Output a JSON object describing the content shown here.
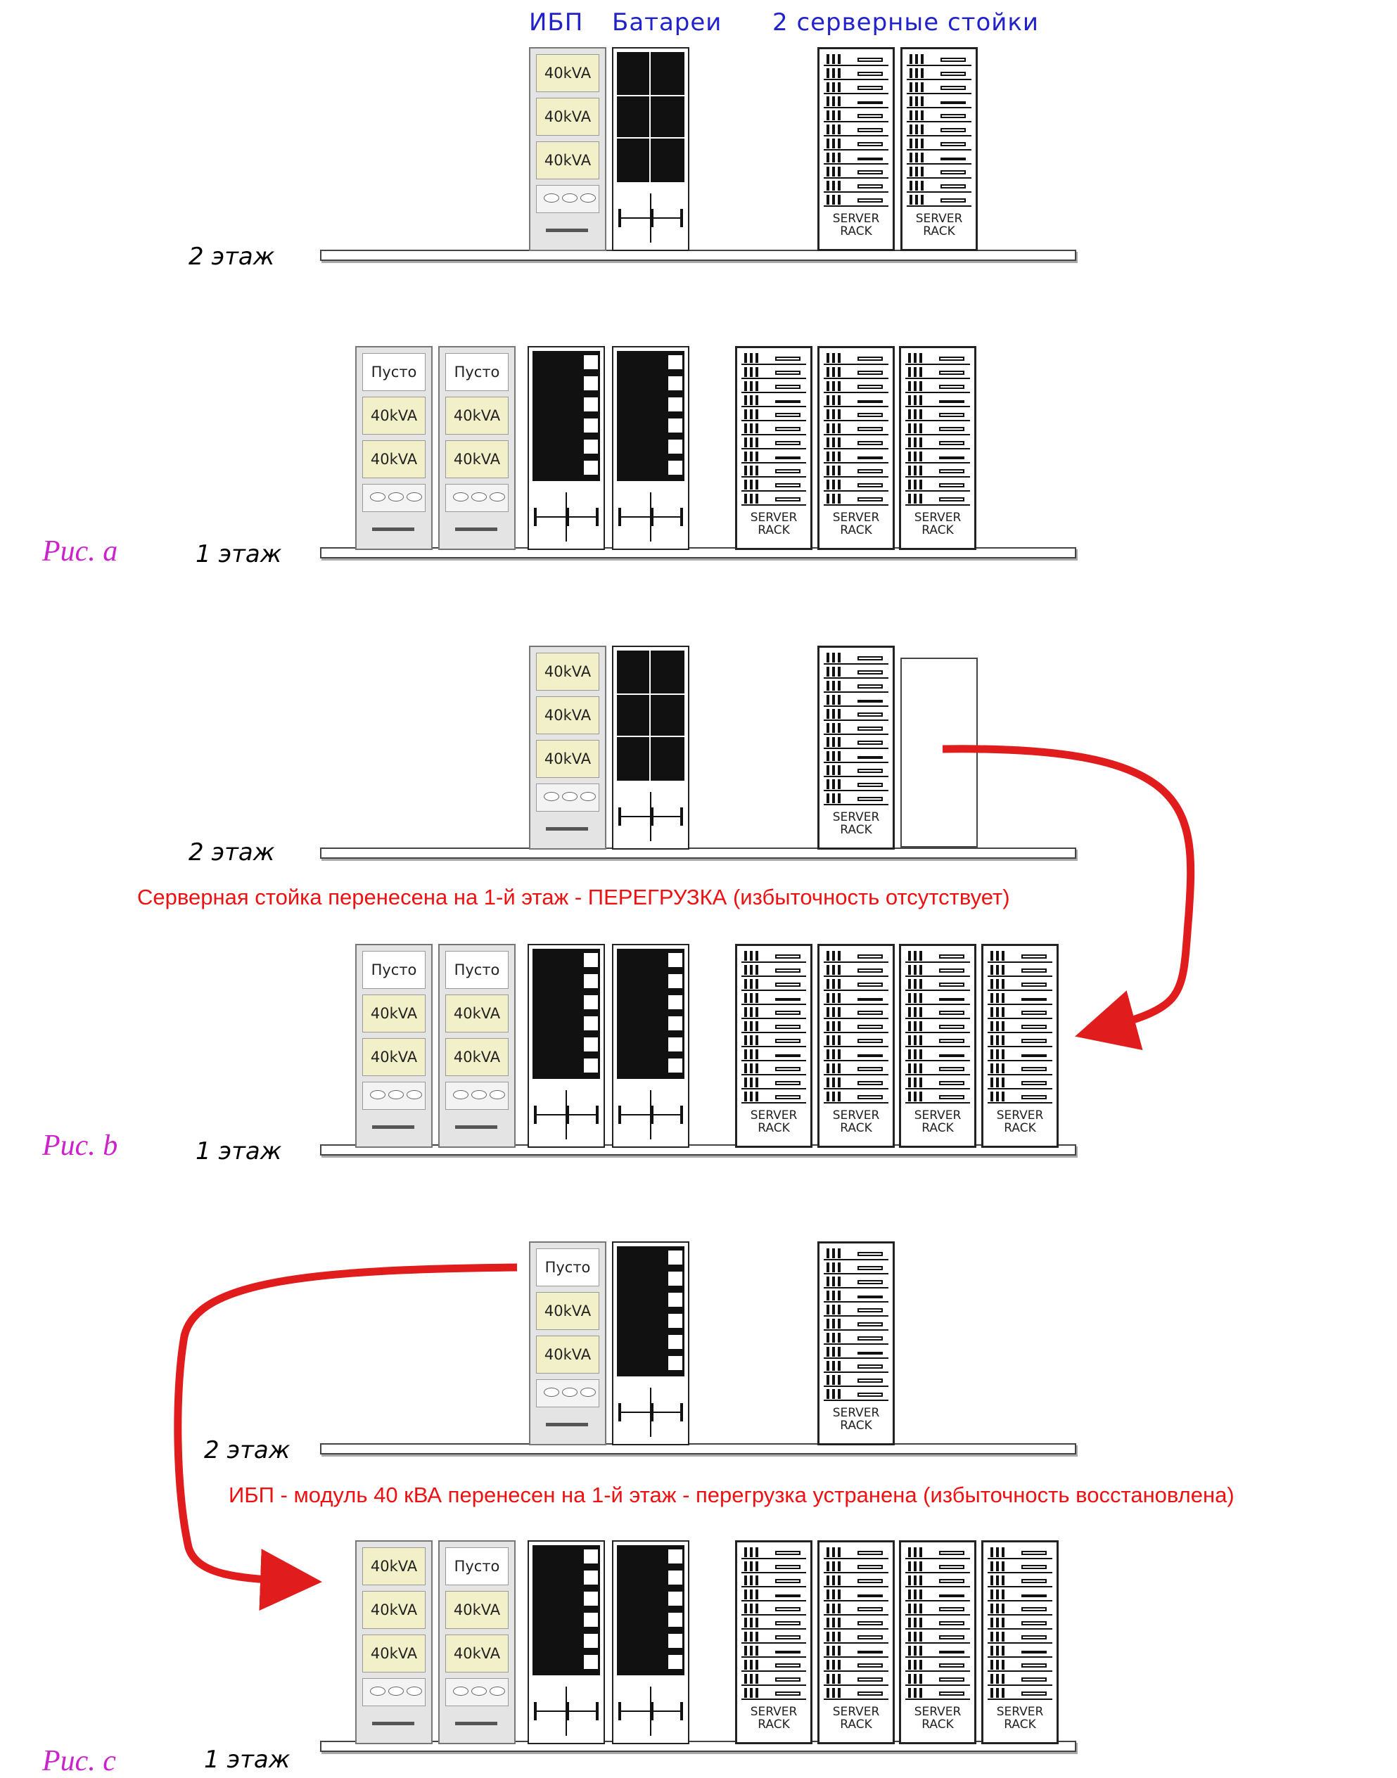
{
  "header": {
    "ups": "ИБП",
    "batteries": "Батареи",
    "racks": "2 серверные стойки"
  },
  "floors": {
    "floor2": "2 этаж",
    "floor1": "1 этаж"
  },
  "figures": {
    "a": "Рис. a",
    "b": "Рис. b",
    "c": "Рис. c"
  },
  "captions": {
    "b": "Серверная стойка перенесена на 1-й этаж - ПЕРЕГРУЗКА (избыточность отсутствует)",
    "c": "ИБП - модуль 40 кВА перенесен на  1-й этаж - перегрузка устранена (избыточность восстановлена)"
  },
  "module_labels": {
    "full": "40kVA",
    "empty": "Пусто"
  },
  "rack_label": [
    "SERVER",
    "RACK"
  ],
  "layout_data": {
    "a": {
      "floor2": {
        "ups": [
          [
            "full",
            "full",
            "full"
          ]
        ],
        "batteries": 1,
        "racks": 2
      },
      "floor1": {
        "ups": [
          [
            "empty",
            "full",
            "full"
          ],
          [
            "empty",
            "full",
            "full"
          ]
        ],
        "batteries": 2,
        "racks": 3
      }
    },
    "b": {
      "floor2": {
        "ups": [
          [
            "full",
            "full",
            "full"
          ]
        ],
        "batteries": 1,
        "racks": 1,
        "empty_slot": true
      },
      "floor1": {
        "ups": [
          [
            "empty",
            "full",
            "full"
          ],
          [
            "empty",
            "full",
            "full"
          ]
        ],
        "batteries": 2,
        "racks": 4
      }
    },
    "c": {
      "floor2": {
        "ups": [
          [
            "empty",
            "full",
            "full"
          ]
        ],
        "batteries": 1,
        "racks": 1
      },
      "floor1": {
        "ups": [
          [
            "full",
            "full",
            "full"
          ],
          [
            "empty",
            "full",
            "full"
          ]
        ],
        "batteries": 2,
        "racks": 4
      }
    }
  },
  "colors": {
    "header": "#2222cc",
    "caption": "#ee1111",
    "figure_label": "#cc22cc",
    "arrow": "#e11c1c",
    "module_full": "#f2f0c8"
  }
}
